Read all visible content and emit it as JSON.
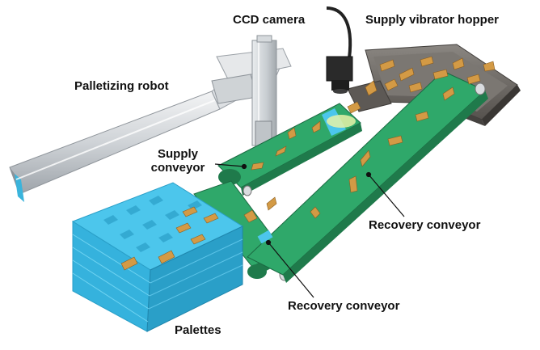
{
  "labels": {
    "ccd_camera": "CCD camera",
    "hopper": "Supply vibrator hopper",
    "robot": "Palletizing robot",
    "supply_line1": "Supply",
    "supply_line2": "conveyor",
    "recovery_right": "Recovery conveyor",
    "recovery_bottom": "Recovery conveyor",
    "palettes": "Palettes"
  },
  "colors": {
    "conveyor_belt": "#2fa86a",
    "conveyor_dark": "#1f7a4b",
    "palette": "#4cc6ec",
    "palette_dark": "#2a9fc8",
    "parts": "#d39a45",
    "hopper": "#6e6a66",
    "robot_rail": "#d7dadd"
  },
  "icons": {
    "camera": "ccd-camera-icon",
    "robot": "palletizing-robot-icon"
  }
}
